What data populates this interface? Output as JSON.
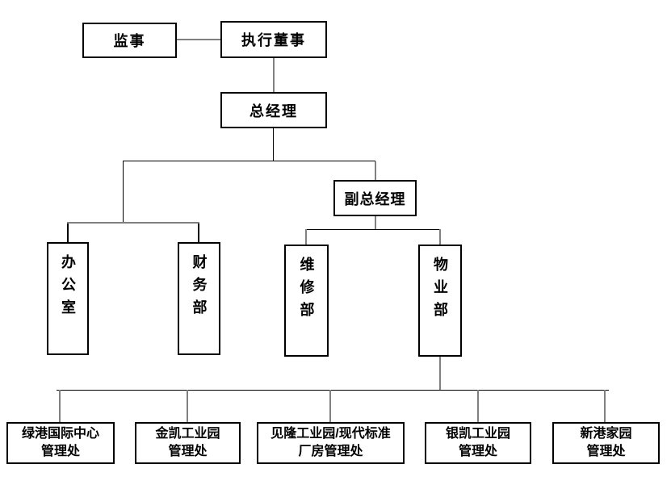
{
  "nodes": {
    "supervisor": {
      "label": "监事"
    },
    "executive_director": {
      "label": "执行董事"
    },
    "general_manager": {
      "label": "总经理"
    },
    "deputy_general_manager": {
      "label": "副总经理"
    },
    "office": {
      "label": "办公室"
    },
    "finance_dept": {
      "label": "财务部"
    },
    "maintenance_dept": {
      "label": "维修部"
    },
    "property_dept": {
      "label": "物业部"
    },
    "lvgang_intl_center": {
      "line1": "绿港国际中心",
      "line2": "管理处"
    },
    "jinkai_park": {
      "line1": "金凯工业园",
      "line2": "管理处"
    },
    "jianlong_park": {
      "line1": "见隆工业园/现代标准",
      "line2": "厂房管理处"
    },
    "yinkai_park": {
      "line1": "银凯工业园",
      "line2": "管理处"
    },
    "xingang_home": {
      "line1": "新港家园",
      "line2": "管理处"
    }
  },
  "edges": [
    [
      "监事",
      "执行董事"
    ],
    [
      "执行董事",
      "总经理"
    ],
    [
      "总经理",
      "办公室"
    ],
    [
      "总经理",
      "财务部"
    ],
    [
      "总经理",
      "副总经理"
    ],
    [
      "副总经理",
      "维修部"
    ],
    [
      "副总经理",
      "物业部"
    ],
    [
      "物业部",
      "绿港国际中心管理处"
    ],
    [
      "物业部",
      "金凯工业园管理处"
    ],
    [
      "物业部",
      "见隆工业园/现代标准厂房管理处"
    ],
    [
      "物业部",
      "银凯工业园管理处"
    ],
    [
      "物业部",
      "新港家园管理处"
    ]
  ],
  "colors": {
    "background": "#ffffff",
    "box_border": "#000000",
    "text": "#000000",
    "connector_black": "#000000",
    "connector_gray": "#808080"
  }
}
